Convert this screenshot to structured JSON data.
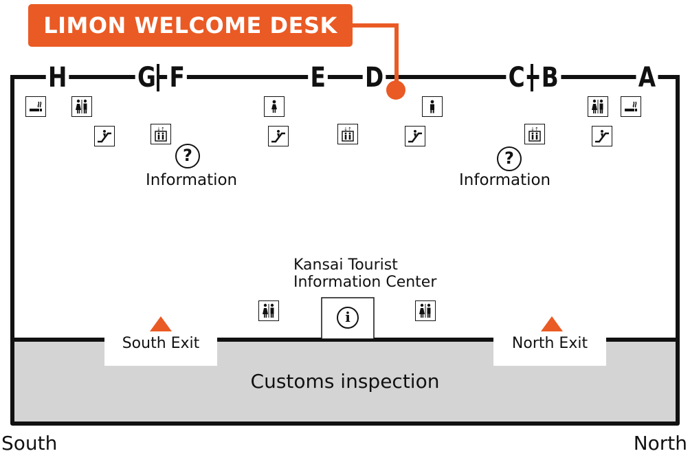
{
  "banner": {
    "text": "LIMON WELCOME DESK",
    "color": "#ea5a24"
  },
  "gates": [
    "H",
    "G",
    "F",
    "E",
    "D",
    "C",
    "B",
    "A"
  ],
  "info_labels": {
    "left": "Information",
    "right": "Information"
  },
  "info_symbol": "?",
  "tourist_center": {
    "line1": "Kansai Tourist",
    "line2": "Information Center",
    "symbol": "i"
  },
  "exits": {
    "south": "South Exit",
    "north": "North Exit"
  },
  "customs": "Customs inspection",
  "compass": {
    "south": "South",
    "north": "North"
  },
  "colors": {
    "accent": "#ea5a24",
    "customs_fill": "#d4d4d4",
    "line": "#111111"
  },
  "icons": [
    "smoking-area-icon",
    "restroom-icon",
    "escalator-icon",
    "elevator-icon",
    "womens-restroom-icon",
    "mens-restroom-icon",
    "information-icon"
  ]
}
